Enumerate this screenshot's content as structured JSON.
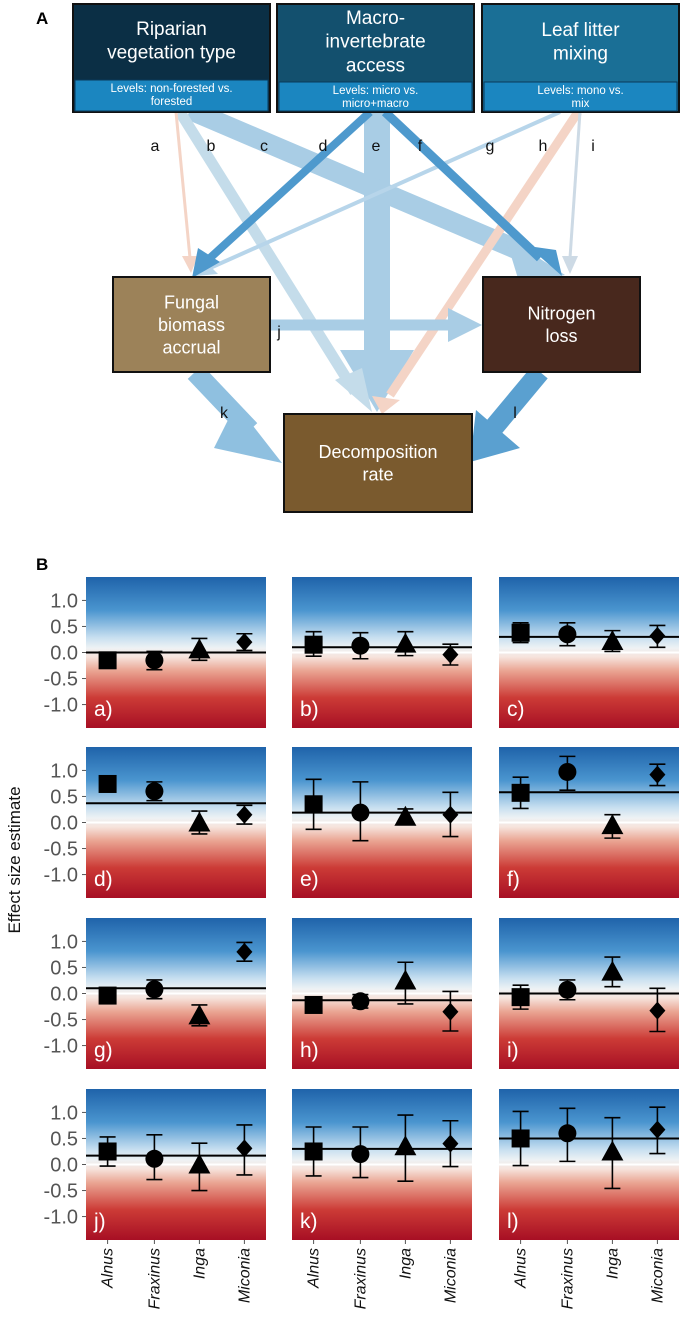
{
  "panel_a_label": "A",
  "panel_b_label": "B",
  "diagram": {
    "boxes": [
      {
        "id": "riparian",
        "title_lines": [
          "Riparian",
          "vegetation type"
        ],
        "levels_lines": [
          "Levels: non-forested vs.",
          "forested"
        ],
        "color": "#0b2f45",
        "levels_color": "#1b86c0"
      },
      {
        "id": "macro",
        "title_lines": [
          "Macro-",
          "invertebrate",
          "access"
        ],
        "levels_lines": [
          "Levels: micro vs.",
          "micro+macro"
        ],
        "color": "#13506e",
        "levels_color": "#1b86c0"
      },
      {
        "id": "litter",
        "title_lines": [
          "Leaf litter",
          "mixing"
        ],
        "levels_lines": [
          "Levels: mono vs.",
          "mix"
        ],
        "color": "#1a6f96",
        "levels_color": "#1b86c0"
      },
      {
        "id": "fungal",
        "title_lines": [
          "Fungal",
          "biomass",
          "accrual"
        ],
        "color": "#9c8259"
      },
      {
        "id": "nitrogen",
        "title_lines": [
          "Nitrogen",
          "loss"
        ],
        "color": "#48281d"
      },
      {
        "id": "decomp",
        "title_lines": [
          "Decomposition",
          "rate"
        ],
        "color": "#7a5a2e"
      }
    ],
    "path_labels": [
      "a",
      "b",
      "c",
      "d",
      "e",
      "f",
      "g",
      "h",
      "i",
      "j",
      "k",
      "l"
    ],
    "arrow_colors": {
      "pale_blue": "#9ecae1",
      "light_blue": "#b9d6e8",
      "mid_blue": "#4a98cc",
      "pale_orange": "#f6d2c2",
      "grey_blue": "#c9d8e4"
    }
  },
  "chart_data": {
    "type": "scatter",
    "ylabel": "Effect size estimate",
    "categories": [
      "Alnus",
      "Fraxinus",
      "Inga",
      "Miconia"
    ],
    "markers": [
      "square",
      "circle",
      "triangle",
      "diamond"
    ],
    "ylim": [
      -1.45,
      1.45
    ],
    "yticks": [
      "1.0",
      "0.5",
      "0.0",
      "-0.5",
      "-1.0"
    ],
    "ytick_values": [
      1.0,
      0.5,
      0.0,
      -0.5,
      -1.0
    ],
    "background": {
      "top_color": "#2166ac",
      "mid_color": "#f0f0f0",
      "bottom_color": "#b2182b"
    },
    "panels": [
      {
        "label": "a)",
        "mean": 0.0,
        "points": [
          {
            "y": -0.15,
            "lo": -0.15,
            "hi": -0.15
          },
          {
            "y": -0.15,
            "lo": -0.33,
            "hi": 0.02
          },
          {
            "y": 0.06,
            "lo": -0.15,
            "hi": 0.27
          },
          {
            "y": 0.2,
            "lo": 0.04,
            "hi": 0.36
          }
        ]
      },
      {
        "label": "b)",
        "mean": 0.1,
        "points": [
          {
            "y": 0.15,
            "lo": -0.07,
            "hi": 0.4
          },
          {
            "y": 0.13,
            "lo": -0.12,
            "hi": 0.38
          },
          {
            "y": 0.17,
            "lo": -0.06,
            "hi": 0.4
          },
          {
            "y": -0.04,
            "lo": -0.24,
            "hi": 0.16
          }
        ]
      },
      {
        "label": "c)",
        "mean": 0.3,
        "points": [
          {
            "y": 0.38,
            "lo": 0.19,
            "hi": 0.57
          },
          {
            "y": 0.35,
            "lo": 0.13,
            "hi": 0.57
          },
          {
            "y": 0.22,
            "lo": 0.02,
            "hi": 0.42
          },
          {
            "y": 0.32,
            "lo": 0.1,
            "hi": 0.52
          }
        ]
      },
      {
        "label": "d)",
        "mean": 0.37,
        "points": [
          {
            "y": 0.74,
            "lo": 0.74,
            "hi": 0.74
          },
          {
            "y": 0.6,
            "lo": 0.42,
            "hi": 0.78
          },
          {
            "y": 0.0,
            "lo": -0.22,
            "hi": 0.22
          },
          {
            "y": 0.15,
            "lo": -0.03,
            "hi": 0.33
          }
        ]
      },
      {
        "label": "e)",
        "mean": 0.19,
        "points": [
          {
            "y": 0.35,
            "lo": -0.13,
            "hi": 0.83
          },
          {
            "y": 0.19,
            "lo": -0.35,
            "hi": 0.78
          },
          {
            "y": 0.11,
            "lo": -0.04,
            "hi": 0.26
          },
          {
            "y": 0.15,
            "lo": -0.27,
            "hi": 0.58
          }
        ]
      },
      {
        "label": "f)",
        "mean": 0.58,
        "points": [
          {
            "y": 0.57,
            "lo": 0.27,
            "hi": 0.87
          },
          {
            "y": 0.97,
            "lo": 0.62,
            "hi": 1.27
          },
          {
            "y": -0.05,
            "lo": -0.3,
            "hi": 0.15
          },
          {
            "y": 0.92,
            "lo": 0.71,
            "hi": 1.12
          }
        ]
      },
      {
        "label": "g)",
        "mean": 0.1,
        "points": [
          {
            "y": -0.04,
            "lo": -0.04,
            "hi": -0.04
          },
          {
            "y": 0.08,
            "lo": -0.1,
            "hi": 0.26
          },
          {
            "y": -0.42,
            "lo": -0.62,
            "hi": -0.22
          },
          {
            "y": 0.8,
            "lo": 0.62,
            "hi": 0.98
          }
        ]
      },
      {
        "label": "h)",
        "mean": -0.13,
        "points": [
          {
            "y": -0.22,
            "lo": -0.22,
            "hi": -0.22
          },
          {
            "y": -0.15,
            "lo": -0.28,
            "hi": -0.02
          },
          {
            "y": 0.25,
            "lo": -0.2,
            "hi": 0.6
          },
          {
            "y": -0.35,
            "lo": -0.72,
            "hi": 0.04
          }
        ]
      },
      {
        "label": "i)",
        "mean": 0.0,
        "points": [
          {
            "y": -0.07,
            "lo": -0.3,
            "hi": 0.16
          },
          {
            "y": 0.07,
            "lo": -0.12,
            "hi": 0.26
          },
          {
            "y": 0.42,
            "lo": 0.13,
            "hi": 0.7
          },
          {
            "y": -0.33,
            "lo": -0.73,
            "hi": 0.1
          }
        ]
      },
      {
        "label": "j)",
        "mean": 0.17,
        "points": [
          {
            "y": 0.25,
            "lo": -0.03,
            "hi": 0.53
          },
          {
            "y": 0.11,
            "lo": -0.29,
            "hi": 0.57
          },
          {
            "y": 0.0,
            "lo": -0.5,
            "hi": 0.41
          },
          {
            "y": 0.31,
            "lo": -0.2,
            "hi": 0.76
          }
        ]
      },
      {
        "label": "k)",
        "mean": 0.3,
        "points": [
          {
            "y": 0.25,
            "lo": -0.22,
            "hi": 0.72
          },
          {
            "y": 0.2,
            "lo": -0.25,
            "hi": 0.72
          },
          {
            "y": 0.35,
            "lo": -0.32,
            "hi": 0.95
          },
          {
            "y": 0.4,
            "lo": -0.04,
            "hi": 0.84
          }
        ]
      },
      {
        "label": "l)",
        "mean": 0.5,
        "points": [
          {
            "y": 0.5,
            "lo": -0.02,
            "hi": 1.02
          },
          {
            "y": 0.6,
            "lo": 0.06,
            "hi": 1.08
          },
          {
            "y": 0.25,
            "lo": -0.46,
            "hi": 0.9
          },
          {
            "y": 0.67,
            "lo": 0.21,
            "hi": 1.1
          }
        ]
      }
    ]
  }
}
